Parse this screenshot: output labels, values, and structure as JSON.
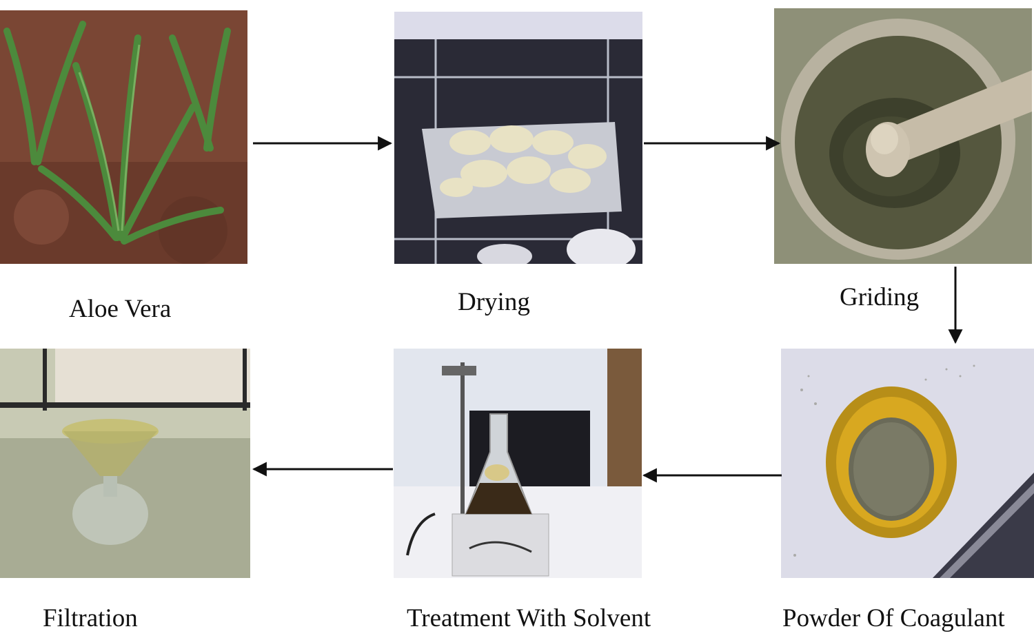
{
  "steps": [
    {
      "label": "Aloe Vera",
      "photo": "aloe-vera-plants"
    },
    {
      "label": "Drying",
      "photo": "drying-oven-tray"
    },
    {
      "label": "Griding",
      "photo": "mortar-and-pestle"
    },
    {
      "label": "Powder Of Coagulant",
      "photo": "powder-in-yellow-cup"
    },
    {
      "label": "Treatment With Solvent",
      "photo": "flask-on-hotplate"
    },
    {
      "label": "Filtration",
      "photo": "funnel-filtration"
    }
  ],
  "flow": [
    "Aloe Vera",
    "Drying",
    "Griding",
    "Powder Of Coagulant",
    "Treatment With Solvent",
    "Filtration"
  ],
  "colors": {
    "arrow": "#111111",
    "background": "#ffffff"
  }
}
